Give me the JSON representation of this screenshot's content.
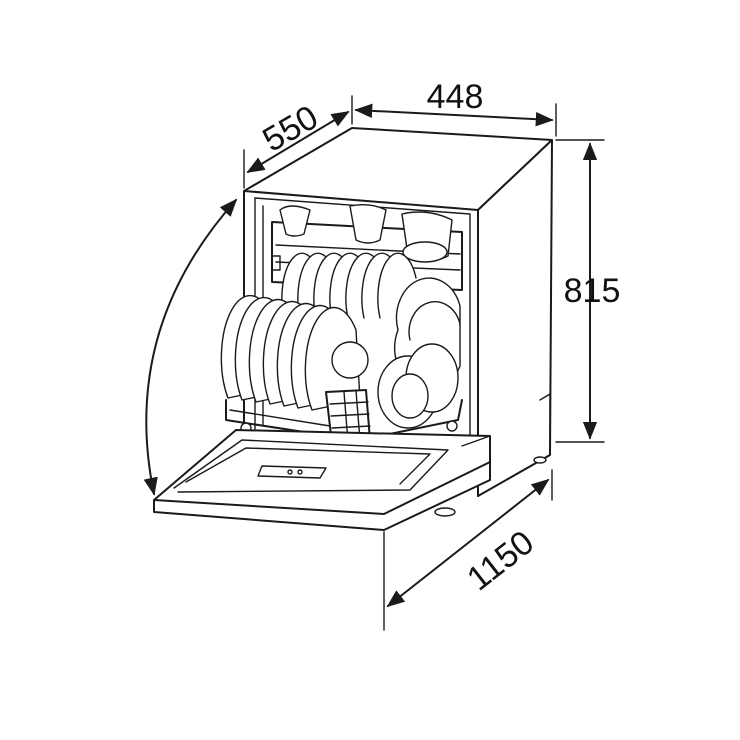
{
  "diagram": {
    "dimensions": {
      "width": "448",
      "depth": "550",
      "height": "815",
      "depth_door_open": "1150"
    },
    "colors": {
      "line": "#1a1a1a",
      "background": "#ffffff"
    }
  }
}
